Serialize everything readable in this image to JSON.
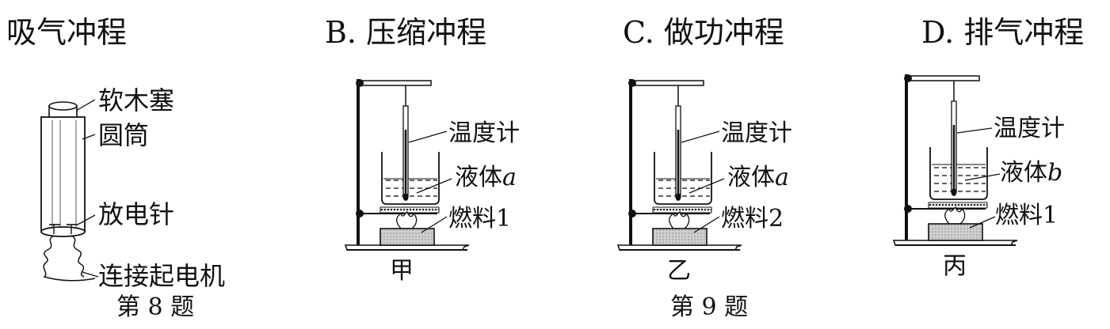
{
  "options": {
    "a": "吸气冲程",
    "b": "B. 压缩冲程",
    "c": "C. 做功冲程",
    "d": "D. 排气冲程"
  },
  "q8": {
    "labels": {
      "cork": "软木塞",
      "cylinder": "圆筒",
      "needle": "放电针",
      "generator": "连接起电机"
    },
    "caption": "第 8 题"
  },
  "q9": {
    "setups": [
      {
        "thermometer": "温度计",
        "liquid": "液体",
        "liquid_var": "a",
        "fuel": "燃料",
        "fuel_num": "1",
        "name": "甲"
      },
      {
        "thermometer": "温度计",
        "liquid": "液体",
        "liquid_var": "a",
        "fuel": "燃料",
        "fuel_num": "2",
        "name": "乙"
      },
      {
        "thermometer": "温度计",
        "liquid": "液体",
        "liquid_var": "b",
        "fuel": "燃料",
        "fuel_num": "1",
        "name": "丙"
      }
    ],
    "caption": "第 9 题"
  }
}
